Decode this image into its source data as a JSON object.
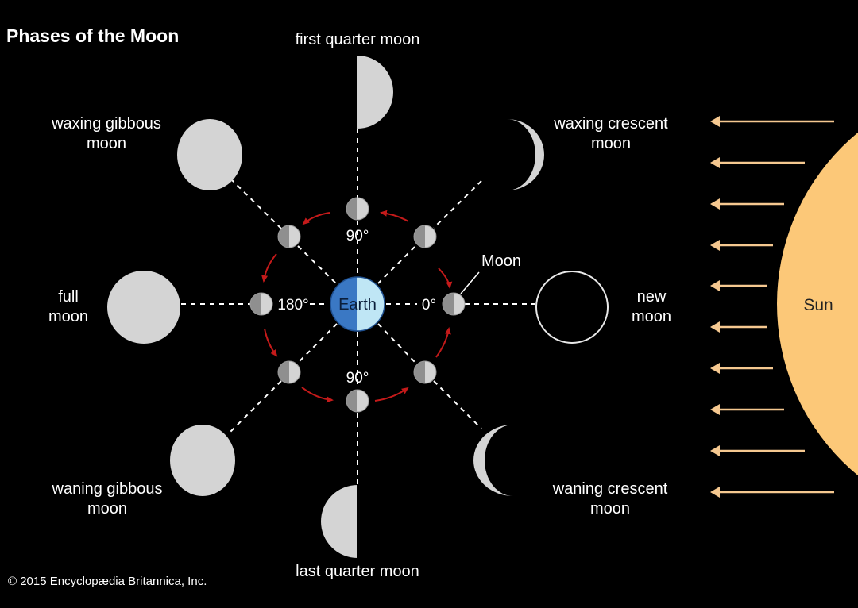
{
  "title": "Phases of the Moon",
  "copyright": "© 2015 Encyclopædia Britannica, Inc.",
  "labels": {
    "first_quarter": "first quarter moon",
    "waxing_crescent_1": "waxing crescent",
    "waxing_crescent_2": "moon",
    "waxing_gibbous_1": "waxing gibbous",
    "waxing_gibbous_2": "moon",
    "full_1": "full",
    "full_2": "moon",
    "new_1": "new",
    "new_2": "moon",
    "waning_gibbous_1": "waning gibbous",
    "waning_gibbous_2": "moon",
    "waning_crescent_1": "waning crescent",
    "waning_crescent_2": "moon",
    "last_quarter": "last quarter moon",
    "moon": "Moon",
    "earth": "Earth",
    "sun": "Sun"
  },
  "angles": {
    "deg_90_top": "90°",
    "deg_90_bottom": "90°",
    "deg_180": "180°",
    "deg_0": "0°"
  },
  "colors": {
    "background": "#000000",
    "moon_lit": "#d4d4d4",
    "moon_dark": "#8f8f8f",
    "sun": "#fcc878",
    "sunlight_arrows": "#f5c890",
    "orbit_arrows": "#c41a1a",
    "earth_dark": "#3a78c4",
    "earth_light": "#bfe6f5"
  },
  "icons": {
    "sun": "sun-disc",
    "earth": "earth-globe",
    "orbit": "orbit-arrows"
  }
}
